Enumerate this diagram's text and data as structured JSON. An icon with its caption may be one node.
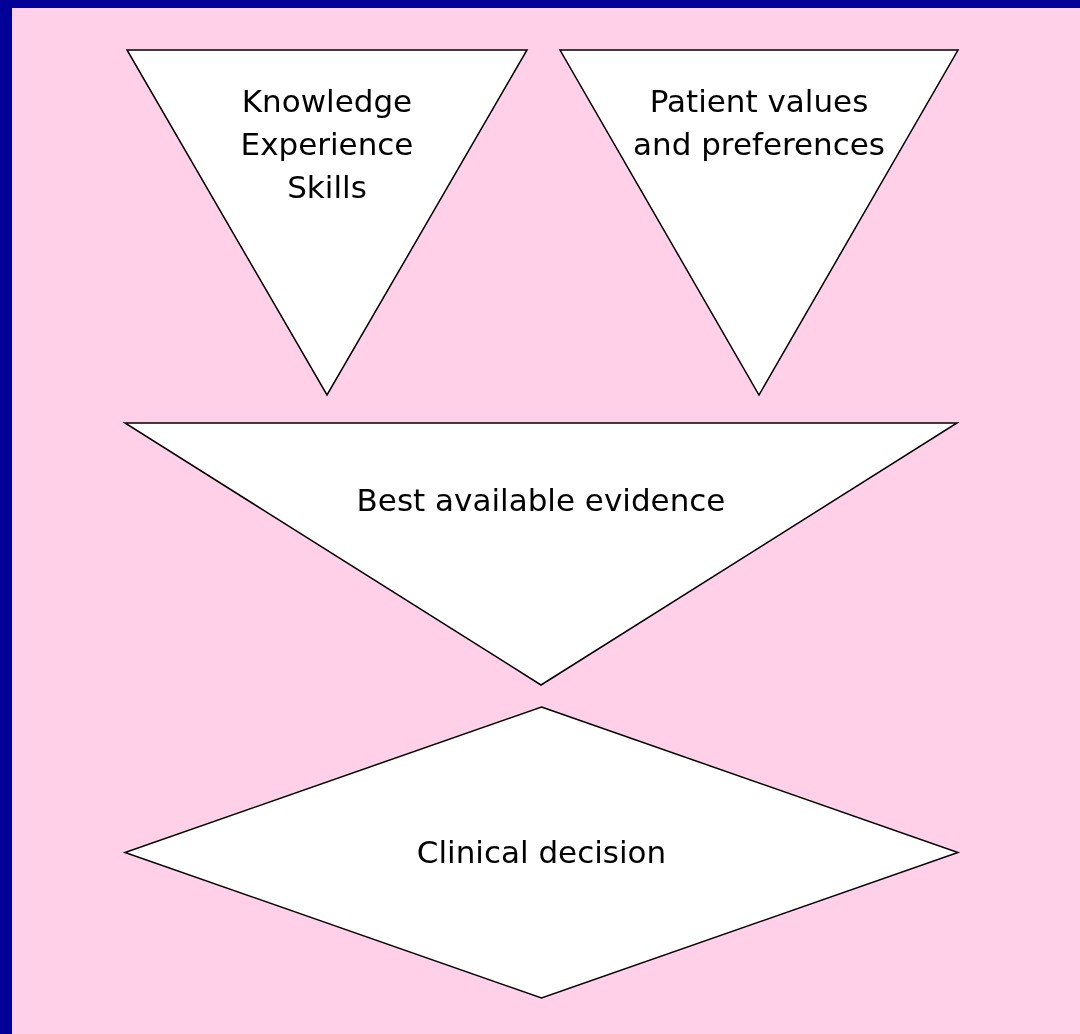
{
  "diagram": {
    "nodes": [
      {
        "text": [
          "Knowledge",
          "Experience",
          "Skills"
        ]
      },
      {
        "text": [
          "Patient values and preferences"
        ]
      },
      {
        "text": [
          "Best available evidence"
        ]
      },
      {
        "text": [
          "Clinical decision"
        ]
      }
    ]
  }
}
